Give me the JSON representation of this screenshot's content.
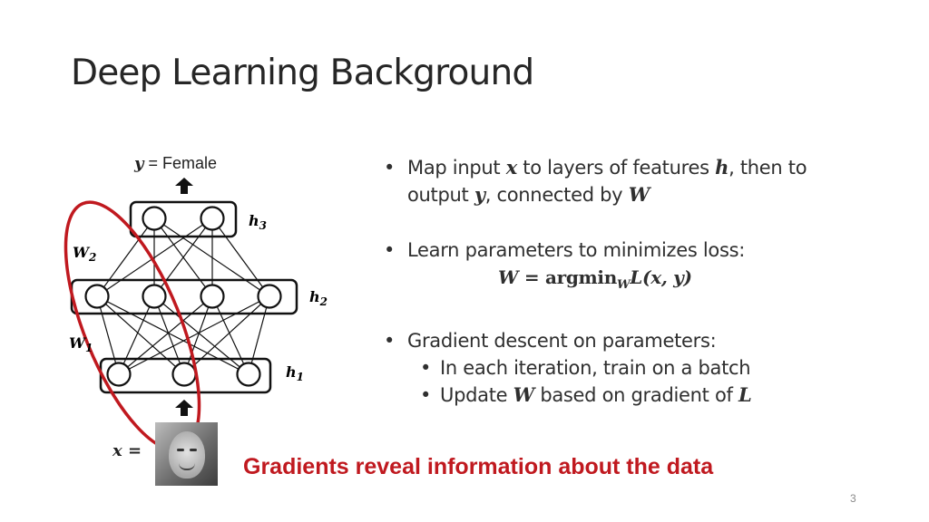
{
  "slide": {
    "title": "Deep Learning Background",
    "page_number": "3",
    "footer_highlight": "Gradients reveal information about the data"
  },
  "diagram": {
    "output_label": {
      "var": "y",
      "eq": " = ",
      "value": "Female"
    },
    "input_label": "x =",
    "layers": {
      "h1": "h",
      "h1_sub": "1",
      "h2": "h",
      "h2_sub": "2",
      "h3": "h",
      "h3_sub": "3"
    },
    "weights": {
      "w1": "W",
      "w1_sub": "1",
      "w2": "W",
      "w2_sub": "2"
    },
    "colors": {
      "highlight_ring": "#c0191f",
      "node_stroke": "#111111"
    }
  },
  "bullets": {
    "b1": {
      "t1": "Map input ",
      "x": "x",
      "t2": " to layers of features ",
      "h": "h",
      "t3": ", then to output ",
      "y": "y",
      "t4": ", connected by ",
      "w": "W"
    },
    "b2": {
      "text": "Learn parameters to minimizes loss:",
      "eq_w": "W",
      "eq_sign": " = ",
      "eq_argmin": "argmin",
      "eq_sub": "W",
      "eq_l": "L",
      "eq_args": "(x, y)"
    },
    "b3": {
      "text": "Gradient descent on parameters:",
      "sub1": "In each iteration, train on a batch",
      "sub2_t1": "Update ",
      "sub2_w": "W",
      "sub2_t2": " based on gradient of ",
      "sub2_l": "L"
    }
  }
}
